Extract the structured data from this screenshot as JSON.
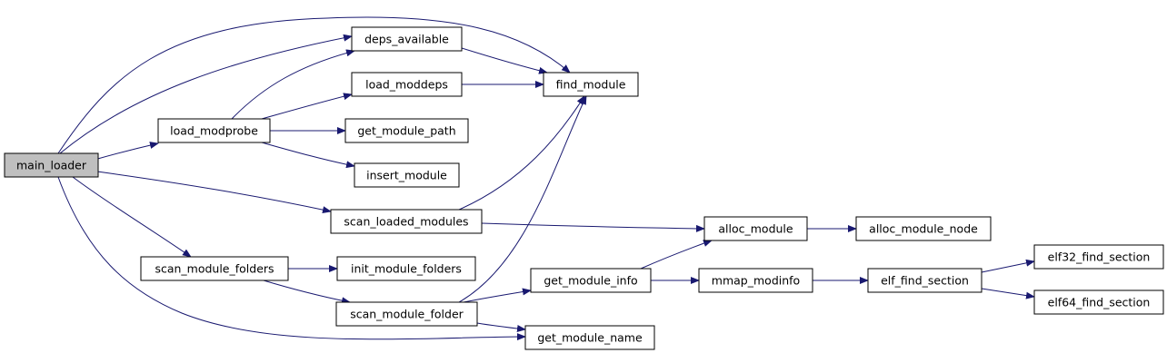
{
  "colors": {
    "edge": "#191970",
    "node_fill": "#ffffff",
    "root_fill": "#bfbfbf",
    "border": "#000000"
  },
  "nodes": [
    {
      "id": "main_loader",
      "label": "main_loader",
      "root": true
    },
    {
      "id": "load_modprobe",
      "label": "load_modprobe"
    },
    {
      "id": "deps_available",
      "label": "deps_available"
    },
    {
      "id": "load_moddeps",
      "label": "load_moddeps"
    },
    {
      "id": "get_module_path",
      "label": "get_module_path"
    },
    {
      "id": "insert_module",
      "label": "insert_module"
    },
    {
      "id": "find_module",
      "label": "find_module"
    },
    {
      "id": "scan_loaded_modules",
      "label": "scan_loaded_modules"
    },
    {
      "id": "alloc_module",
      "label": "alloc_module"
    },
    {
      "id": "alloc_module_node",
      "label": "alloc_module_node"
    },
    {
      "id": "scan_module_folders",
      "label": "scan_module_folders"
    },
    {
      "id": "init_module_folders",
      "label": "init_module_folders"
    },
    {
      "id": "scan_module_folder",
      "label": "scan_module_folder"
    },
    {
      "id": "get_module_info",
      "label": "get_module_info"
    },
    {
      "id": "mmap_modinfo",
      "label": "mmap_modinfo"
    },
    {
      "id": "elf_find_section",
      "label": "elf_find_section"
    },
    {
      "id": "elf32_find_section",
      "label": "elf32_find_section"
    },
    {
      "id": "elf64_find_section",
      "label": "elf64_find_section"
    },
    {
      "id": "get_module_name",
      "label": "get_module_name"
    }
  ],
  "edges": [
    {
      "from": "main_loader",
      "to": "deps_available"
    },
    {
      "from": "main_loader",
      "to": "find_module"
    },
    {
      "from": "main_loader",
      "to": "load_modprobe"
    },
    {
      "from": "main_loader",
      "to": "scan_loaded_modules"
    },
    {
      "from": "main_loader",
      "to": "scan_module_folders"
    },
    {
      "from": "main_loader",
      "to": "get_module_name"
    },
    {
      "from": "load_modprobe",
      "to": "deps_available"
    },
    {
      "from": "load_modprobe",
      "to": "load_moddeps"
    },
    {
      "from": "load_modprobe",
      "to": "get_module_path"
    },
    {
      "from": "load_modprobe",
      "to": "insert_module"
    },
    {
      "from": "deps_available",
      "to": "find_module"
    },
    {
      "from": "load_moddeps",
      "to": "find_module"
    },
    {
      "from": "scan_loaded_modules",
      "to": "find_module"
    },
    {
      "from": "scan_loaded_modules",
      "to": "alloc_module"
    },
    {
      "from": "alloc_module",
      "to": "alloc_module_node"
    },
    {
      "from": "scan_module_folders",
      "to": "init_module_folders"
    },
    {
      "from": "scan_module_folders",
      "to": "scan_module_folder"
    },
    {
      "from": "scan_module_folder",
      "to": "find_module"
    },
    {
      "from": "scan_module_folder",
      "to": "get_module_info"
    },
    {
      "from": "scan_module_folder",
      "to": "get_module_name"
    },
    {
      "from": "get_module_info",
      "to": "alloc_module"
    },
    {
      "from": "get_module_info",
      "to": "mmap_modinfo"
    },
    {
      "from": "mmap_modinfo",
      "to": "elf_find_section"
    },
    {
      "from": "elf_find_section",
      "to": "elf32_find_section"
    },
    {
      "from": "elf_find_section",
      "to": "elf64_find_section"
    }
  ]
}
